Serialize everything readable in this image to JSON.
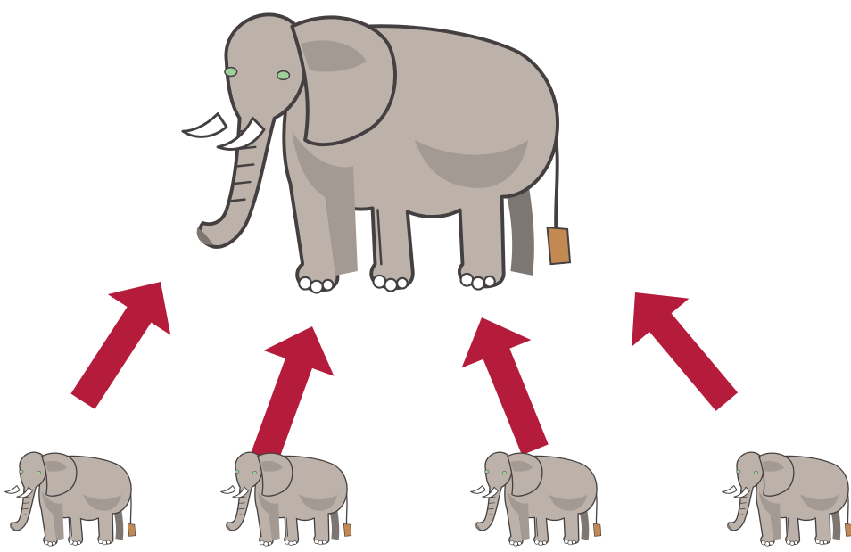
{
  "diagram": {
    "parent": {
      "icon": "elephant-icon"
    },
    "children": [
      {
        "icon": "elephant-icon"
      },
      {
        "icon": "elephant-icon"
      },
      {
        "icon": "elephant-icon"
      },
      {
        "icon": "elephant-icon"
      }
    ],
    "connectors": [
      {
        "icon": "arrow-up-right-icon",
        "from": "child-1",
        "to": "parent"
      },
      {
        "icon": "arrow-up-right-icon",
        "from": "child-2",
        "to": "parent"
      },
      {
        "icon": "arrow-up-left-icon",
        "from": "child-3",
        "to": "parent"
      },
      {
        "icon": "arrow-up-left-icon",
        "from": "child-4",
        "to": "parent"
      }
    ],
    "colors": {
      "arrow": "#b51c3b",
      "elephant_fill": "#bcb2aa",
      "elephant_outline": "#444041",
      "background": "#ffffff"
    }
  }
}
